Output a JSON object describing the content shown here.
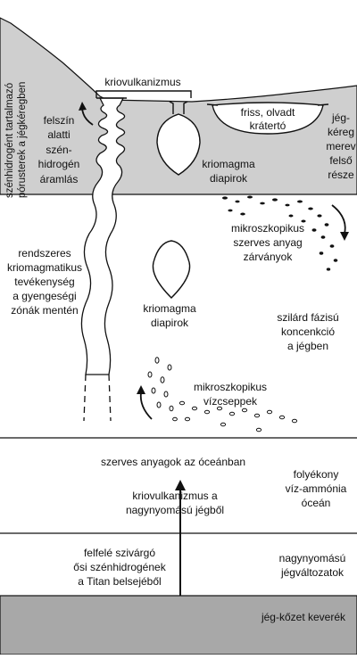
{
  "colors": {
    "crust_fill": "#cfcfcf",
    "core_fill": "#a8a8a8",
    "line": "#111111",
    "background": "#ffffff"
  },
  "labels": {
    "cryovolcanism_top": "kriovulkanizmus",
    "crust_pores": [
      "szénhidrogént tartalmazó",
      "pórusterek a jégkéregben"
    ],
    "surface_flow": [
      "felszín",
      "alatti",
      "szén-",
      "hidrogén",
      "áramlás"
    ],
    "fresh_crater": [
      "friss, olvadt",
      "krátertó"
    ],
    "ice_crust": [
      "jég-",
      "kéreg",
      "merev",
      "felső",
      "része"
    ],
    "diapir_upper": [
      "kriomagma",
      "diapirok"
    ],
    "micro_organic": [
      "mikroszkopikus",
      "szerves anyag",
      "zárványok"
    ],
    "regular_cryo": [
      "rendszeres",
      "kriomagmatikus",
      "tevékenység",
      "a gyengeségi",
      "zónák mentén"
    ],
    "diapir_middle": [
      "kriomagma",
      "diapirok"
    ],
    "solid_phase": [
      "szilárd fázisú",
      "koncenkció",
      "a jégben"
    ],
    "micro_water": [
      "mikroszkopikus",
      "vízcseppek"
    ],
    "organics_ocean": "szerves anyagok az óceánban",
    "liquid_ocean": [
      "folyékony",
      "víz-ammónia",
      "óceán"
    ],
    "cryo_highpressure": [
      "kriovulkanizmus a",
      "nagynyomású jégből"
    ],
    "seeping_hc": [
      "felfelé szivárgó",
      "ősi szénhidrogének",
      "a Titan belsejéből"
    ],
    "hp_ice": [
      "nagynyomású",
      "jégváltozatok"
    ],
    "rock_ice": "jég-kőzet keverék"
  }
}
